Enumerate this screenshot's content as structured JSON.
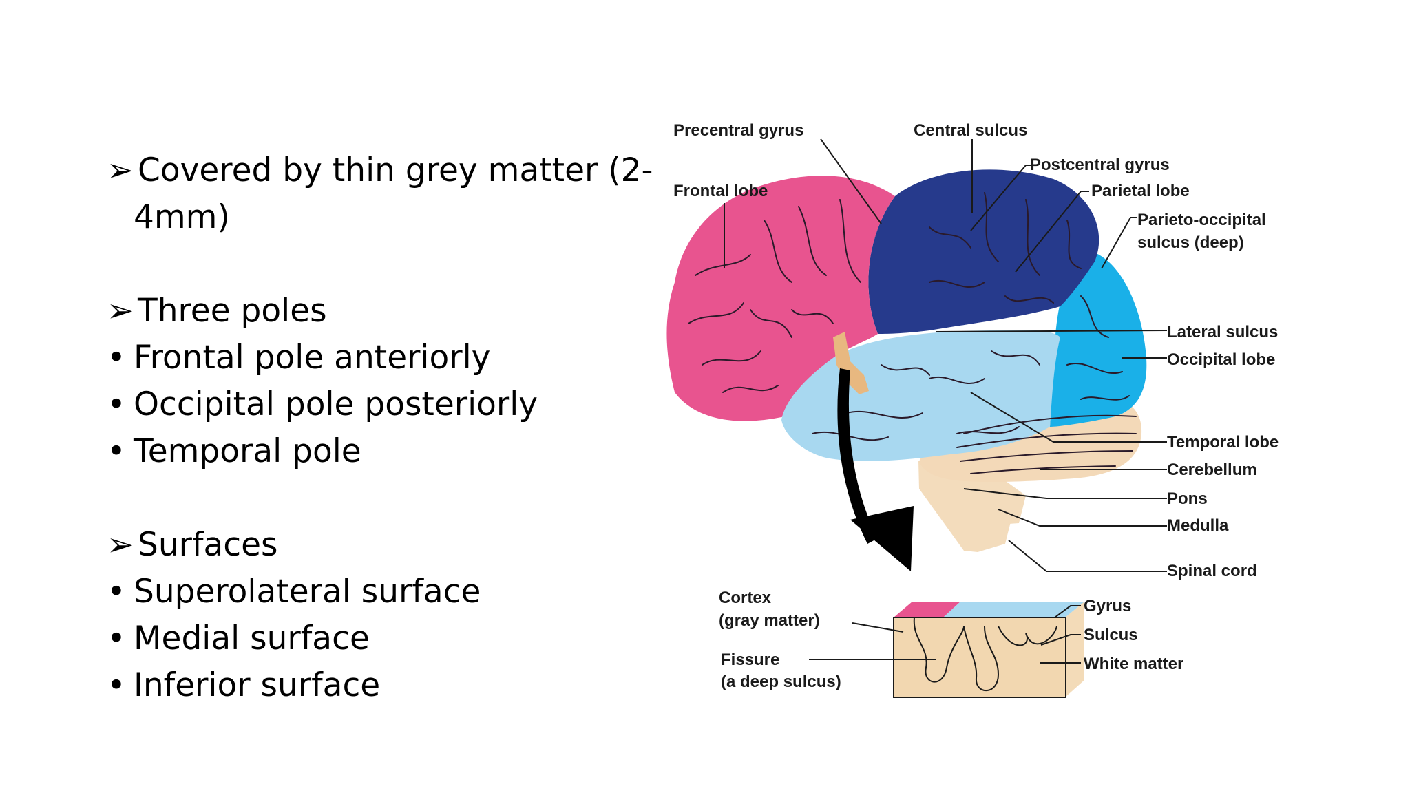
{
  "bullets": {
    "arrow_glyph": "➢",
    "dot_glyph": "•",
    "group1": {
      "head_line1": "Covered by thin grey matter (2-",
      "head_line2": "4mm)"
    },
    "group2": {
      "head": "Three poles",
      "items": [
        "Frontal pole anteriorly",
        "Occipital pole posteriorly",
        "Temporal pole"
      ]
    },
    "group3": {
      "head": "Surfaces",
      "items": [
        "Superolateral surface",
        "Medial surface",
        "Inferior surface"
      ]
    }
  },
  "diagram": {
    "labels": {
      "precentral_gyrus": "Precentral gyrus",
      "central_sulcus": "Central sulcus",
      "postcentral_gyrus": "Postcentral gyrus",
      "frontal_lobe": "Frontal lobe",
      "parietal_lobe": "Parietal lobe",
      "parieto_occipital_1": "Parieto-occipital",
      "parieto_occipital_2": "sulcus (deep)",
      "lateral_sulcus": "Lateral sulcus",
      "occipital_lobe": "Occipital lobe",
      "temporal_lobe": "Temporal lobe",
      "cerebellum": "Cerebellum",
      "pons": "Pons",
      "medulla": "Medulla",
      "spinal_cord": "Spinal cord",
      "cortex_1": "Cortex",
      "cortex_2": "(gray matter)",
      "fissure_1": "Fissure",
      "fissure_2": "(a deep sulcus)",
      "gyrus": "Gyrus",
      "sulcus": "Sulcus",
      "white_matter": "White matter"
    },
    "colors": {
      "frontal": "#e8548f",
      "parietal": "#263a8c",
      "occipital": "#1ab0e8",
      "temporal": "#a8d8f0",
      "cerebellum": "#f3d9b8",
      "brainstem": "#f3dcbc",
      "insula": "#e8b880",
      "white_matter": "#f2d7b0",
      "arrow": "#000000"
    }
  }
}
